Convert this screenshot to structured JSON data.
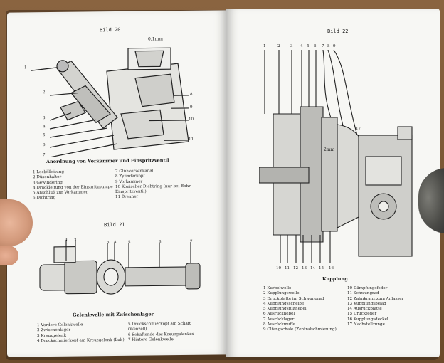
{
  "left_page": {
    "fig20": {
      "title": "Bild 20",
      "caption": "Anordnung von Vorkammer und Einspritzventil",
      "callouts": [
        "1",
        "2",
        "3",
        "4",
        "5",
        "6",
        "7",
        "8",
        "9",
        "10",
        "11"
      ],
      "dim_label": "0,1mm",
      "legend_left": [
        "1 Leckölleitung",
        "2 Düsenhalter",
        "3 Gewindering",
        "4 Druckleitung von der Einspritzpumpe",
        "5 Anschluß zur Vorkammer",
        "6 Dichtring"
      ],
      "legend_right": [
        "7 Glühkerzenkanal",
        "8 Zylinderkopf",
        "9 Vorkammer",
        "10 Konischer Dichtring (nur bei Bohr-",
        "   Einspritzventil)",
        "11 Brenner"
      ]
    },
    "fig21": {
      "title": "Bild 21",
      "caption": "Gelenkwelle mit Zwischenlager",
      "callouts": [
        "1",
        "2",
        "3",
        "4",
        "5",
        "6",
        "7"
      ],
      "legend_left": [
        "1 Vordere Gelenkwelle",
        "2 Zwischenlager",
        "3 Kreuzgelenk",
        "4 Druckschmierkopf am Kreuzgelenk (Lub)"
      ],
      "legend_right": [
        "5 Druckschmierkopf am Schaft",
        "   (Wenzell)",
        "6 Schaftende des Kreuzgelenkes",
        "7 Hintere Gelenkwelle"
      ]
    }
  },
  "right_page": {
    "fig22": {
      "title": "Bild 22",
      "caption": "Kupplung",
      "top_callouts": [
        "1",
        "2",
        "3",
        "4",
        "5",
        "6",
        "7",
        "8",
        "9"
      ],
      "bottom_callouts": [
        "10",
        "11",
        "12",
        "13",
        "14",
        "15",
        "16"
      ],
      "side_callout": "17",
      "dim_label": "2mm",
      "legend_left": [
        "1 Kurbelwelle",
        "2 Kupplungswelle",
        "3 Druckplatte im Schwungrad",
        "4 Kupplungsscheibe",
        "5 Kupplungsfußhebel",
        "6 Ausrückhebel",
        "7 Ausrücklager",
        "8 Ausrückmuffe",
        "9 Ölfangschale (Zentralschmierung)"
      ],
      "legend_right": [
        "10 Dämpfungsfeder",
        "11 Schwungrad",
        "12 Zahnkranz zum Anlasser",
        "13 Kupplungsbelag",
        "14 Ausrückplatte",
        "15 Druckfeder",
        "16 Kupplungsdeckel",
        "17 Nachstellzunge"
      ]
    }
  }
}
